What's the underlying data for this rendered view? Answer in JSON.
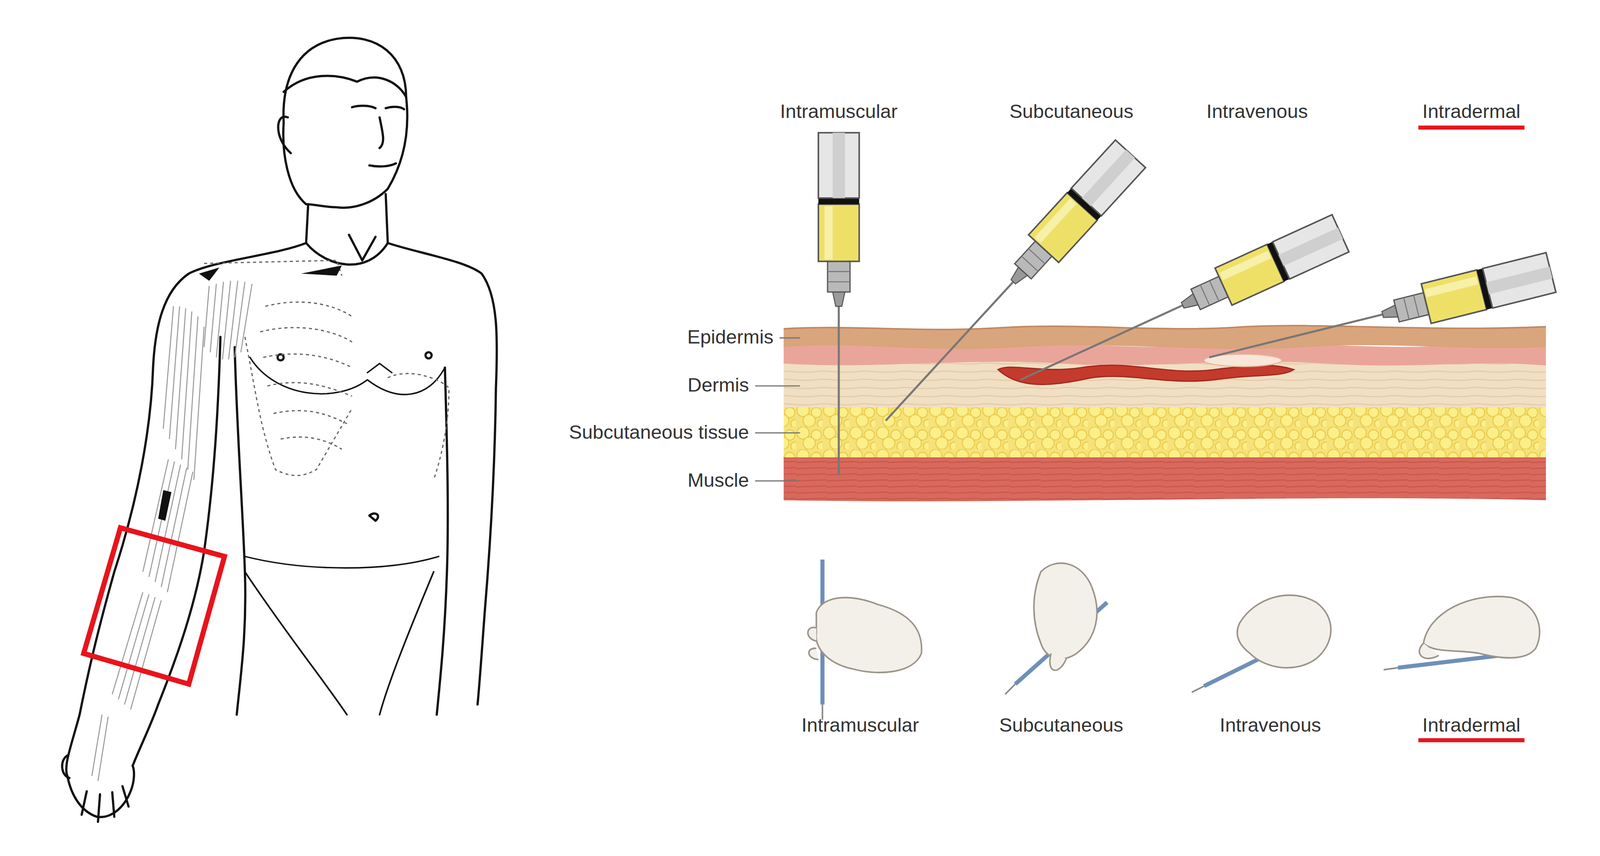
{
  "diagram": {
    "labels": [
      "Intramuscular",
      "Subcutaneous",
      "Intravenous",
      "Intradermal",
      "Epidermis",
      "Dermis",
      "Subcutaneous tissue",
      "Muscle",
      "Intramuscular",
      "Subcutaneous",
      "Intravenous",
      "Intradermal"
    ]
  }
}
